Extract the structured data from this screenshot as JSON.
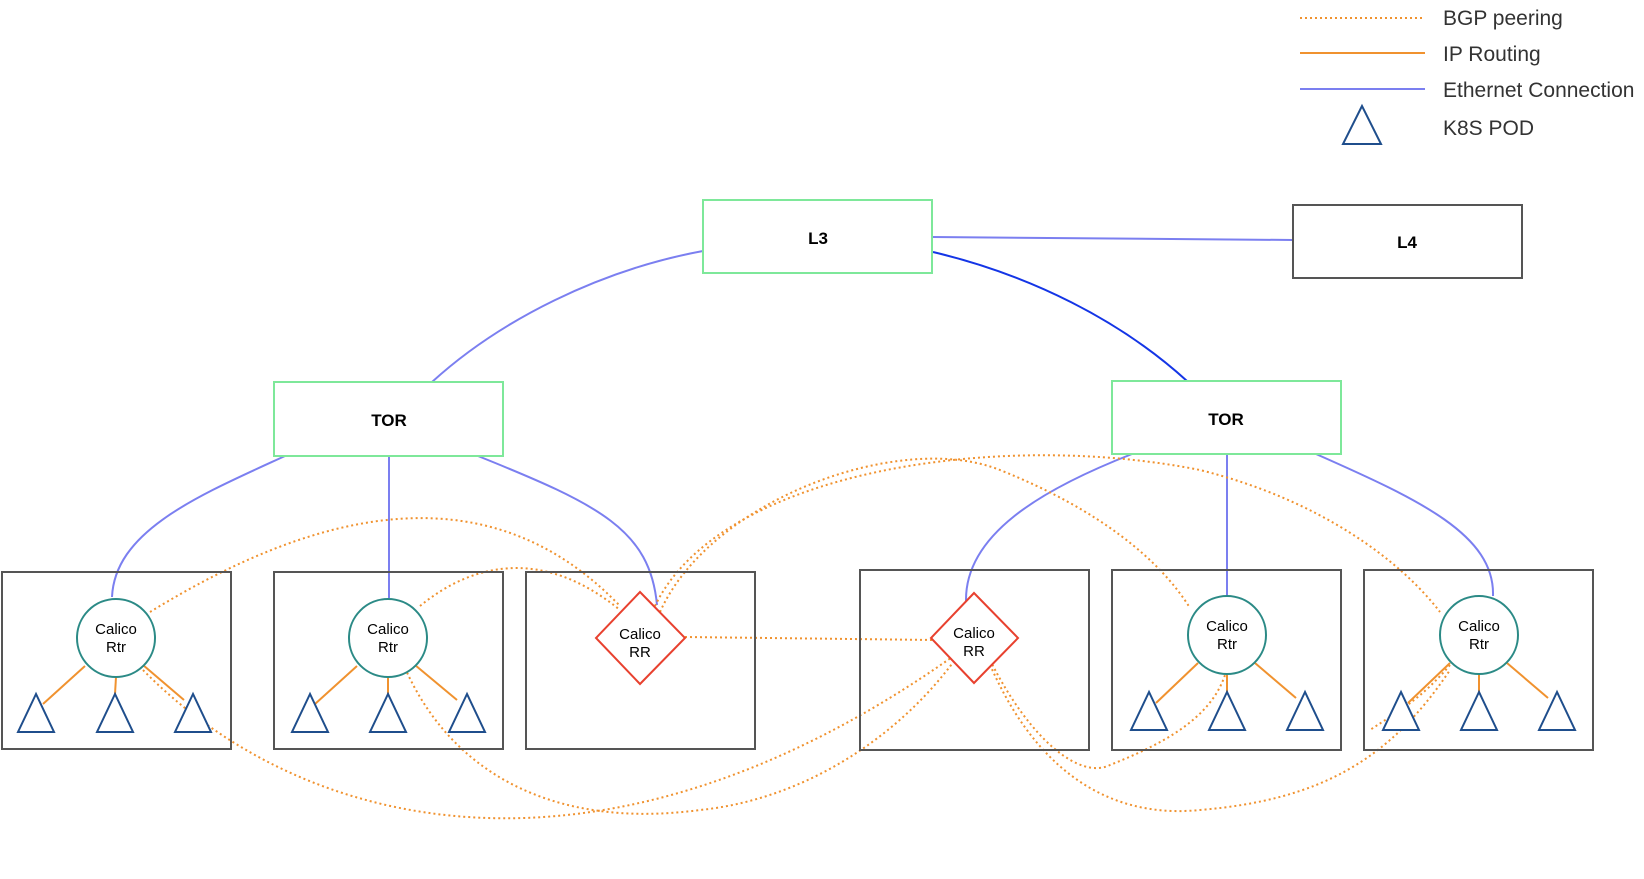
{
  "legend": {
    "bgp": "BGP peering",
    "ip": "IP Routing",
    "eth": "Ethernet Connection",
    "pod": "K8S POD"
  },
  "nodes": {
    "l3": "L3",
    "l4": "L4",
    "tor_left": "TOR",
    "tor_right": "TOR"
  },
  "router": {
    "line1": "Calico",
    "line2": "Rtr"
  },
  "reflector": {
    "line1": "Calico",
    "line2": "RR"
  },
  "colors": {
    "bgp": "#f0922f",
    "ip": "#f0922f",
    "eth": "#7b7ff0",
    "eth_dark": "#1435e6",
    "switch": "#7ee89a",
    "host": "#555555",
    "router": "#2b8a86",
    "rr": "#e8412f",
    "pod": "#1f4e8c"
  }
}
